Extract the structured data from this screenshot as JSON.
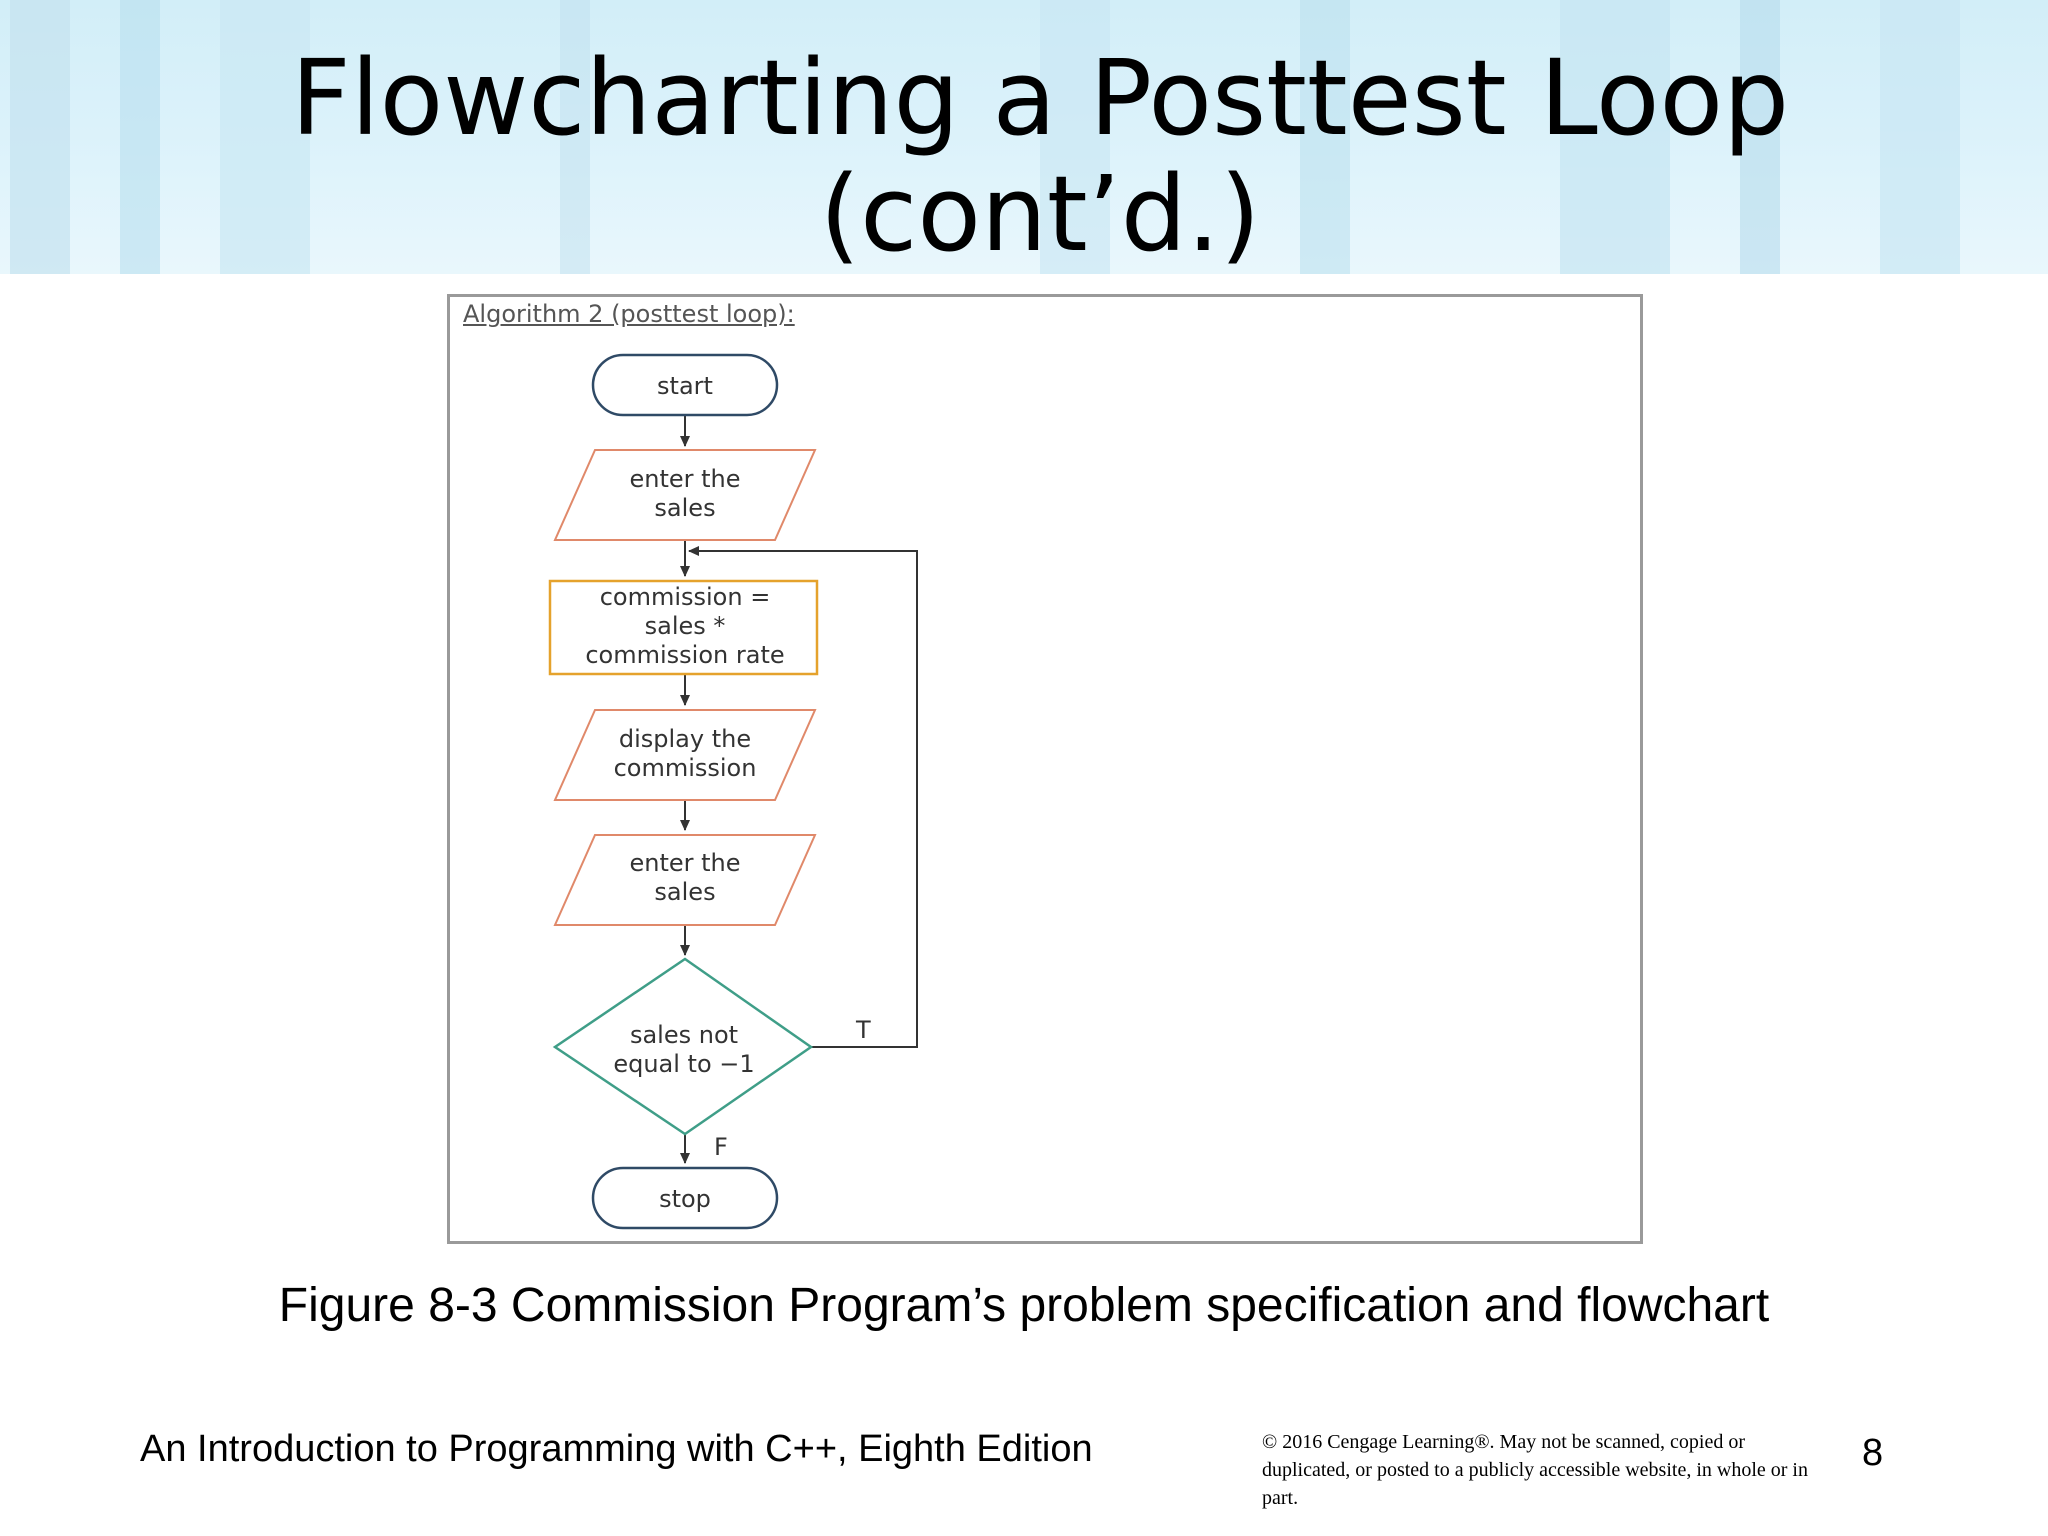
{
  "slide": {
    "title_line1": "Flowcharting a Posttest Loop",
    "title_line2": "(cont’d.)",
    "caption": "Figure 8-3 Commission Program’s problem specification and flowchart",
    "footer_book": "An Introduction to Programming with C++, Eighth Edition",
    "footer_copyright": "© 2016 Cengage Learning®. May not be scanned, copied or duplicated, or posted to a publicly accessible website, in whole or in part.",
    "page_number": "8"
  },
  "figure": {
    "algorithm_label": "Algorithm 2 (posttest loop):",
    "nodes": {
      "start": "start",
      "input1_l1": "enter the",
      "input1_l2": "sales",
      "process_l1": "commission =",
      "process_l2": "sales *",
      "process_l3": "commission rate",
      "output_l1": "display the",
      "output_l2": "commission",
      "input2_l1": "enter the",
      "input2_l2": "sales",
      "decision_l1": "sales not",
      "decision_l2": "equal to −1",
      "stop": "stop"
    },
    "branch_true": "T",
    "branch_false": "F"
  },
  "colors": {
    "terminal": "#2f4a66",
    "io": "#e0896a",
    "process": "#e5a22c",
    "decision": "#3f9e88",
    "arrow": "#333333"
  }
}
